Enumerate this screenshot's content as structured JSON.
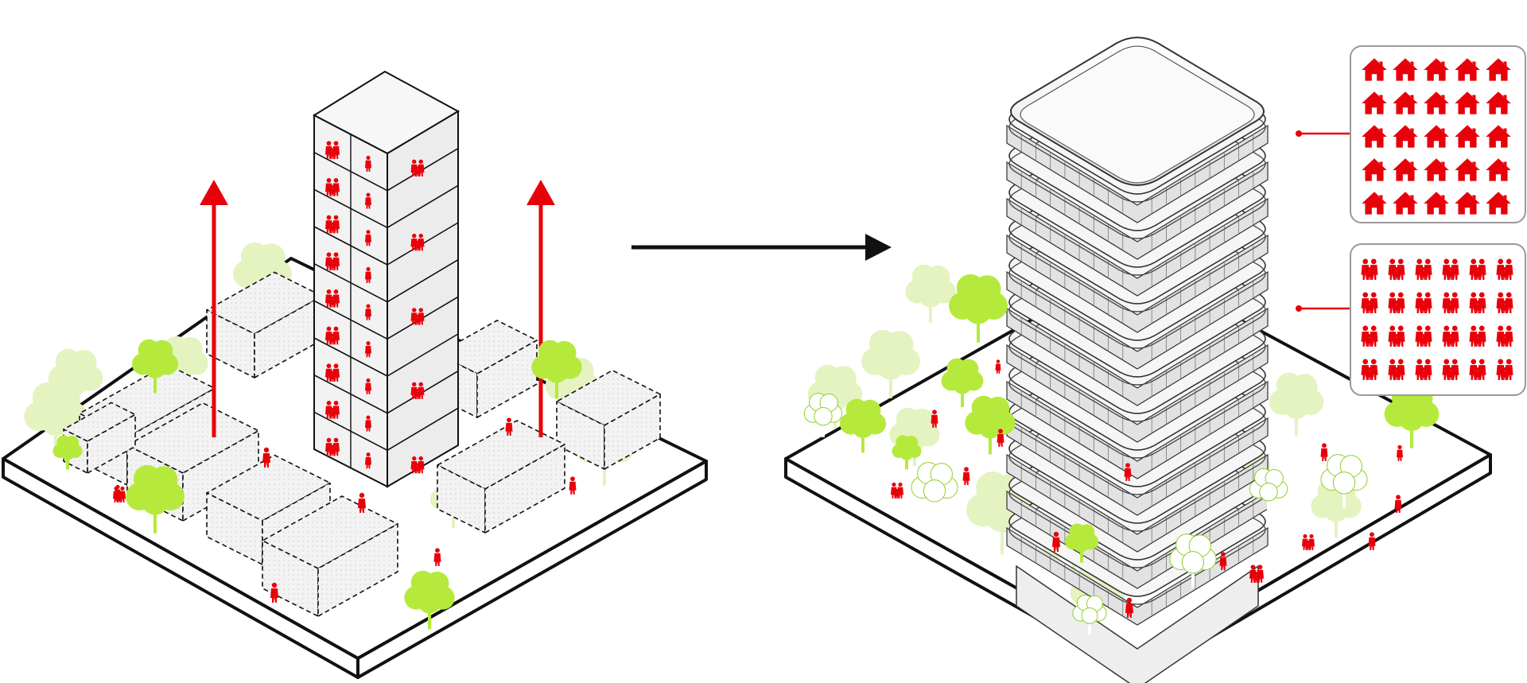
{
  "diagram": {
    "kind": "urban-densification-axonometric",
    "caption": "",
    "colors": {
      "accent": "#e8000a",
      "tree": "#b5ea3c",
      "tree_pale": "#e4f3c0",
      "outline": "#111111",
      "building_fill": "#f2f2f2",
      "roof_fill": "#f7f7f7"
    },
    "before": {
      "towers": 1,
      "tower_floors": 9,
      "dashed_blocks": 9,
      "growth_arrows": 2,
      "people_icon": "person-silhouette-icon",
      "tree_icon": "tree-icon"
    },
    "transition": {
      "arrow_icon": "arrow-right-icon"
    },
    "after": {
      "tower_floors": 12,
      "callouts": [
        {
          "name": "housing-units-callout",
          "icon": "house-icon",
          "rows": 5,
          "cols": 5
        },
        {
          "name": "residents-callout",
          "icon": "family-silhouette-icon",
          "rows": 4,
          "cols": 6
        }
      ]
    }
  }
}
